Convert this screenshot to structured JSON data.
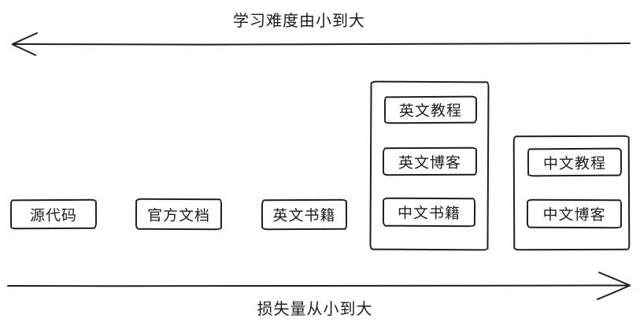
{
  "colors": {
    "stroke": "#1f1f1f",
    "background": "#ffffff"
  },
  "axes": {
    "top": {
      "label": "学习难度由小到大",
      "direction": "left",
      "icon": "arrow-left-icon"
    },
    "bottom": {
      "label": "损失量从小到大",
      "direction": "right",
      "icon": "arrow-right-icon"
    }
  },
  "boxes": [
    {
      "id": "source-code",
      "label": "源代码"
    },
    {
      "id": "official-docs",
      "label": "官方文档"
    },
    {
      "id": "english-books",
      "label": "英文书籍"
    }
  ],
  "groups": [
    {
      "id": "group-left",
      "items": [
        {
          "label": "英文教程"
        },
        {
          "label": "英文博客"
        },
        {
          "label": "中文书籍"
        }
      ]
    },
    {
      "id": "group-right",
      "items": [
        {
          "label": "中文教程"
        },
        {
          "label": "中文博客"
        }
      ]
    }
  ]
}
